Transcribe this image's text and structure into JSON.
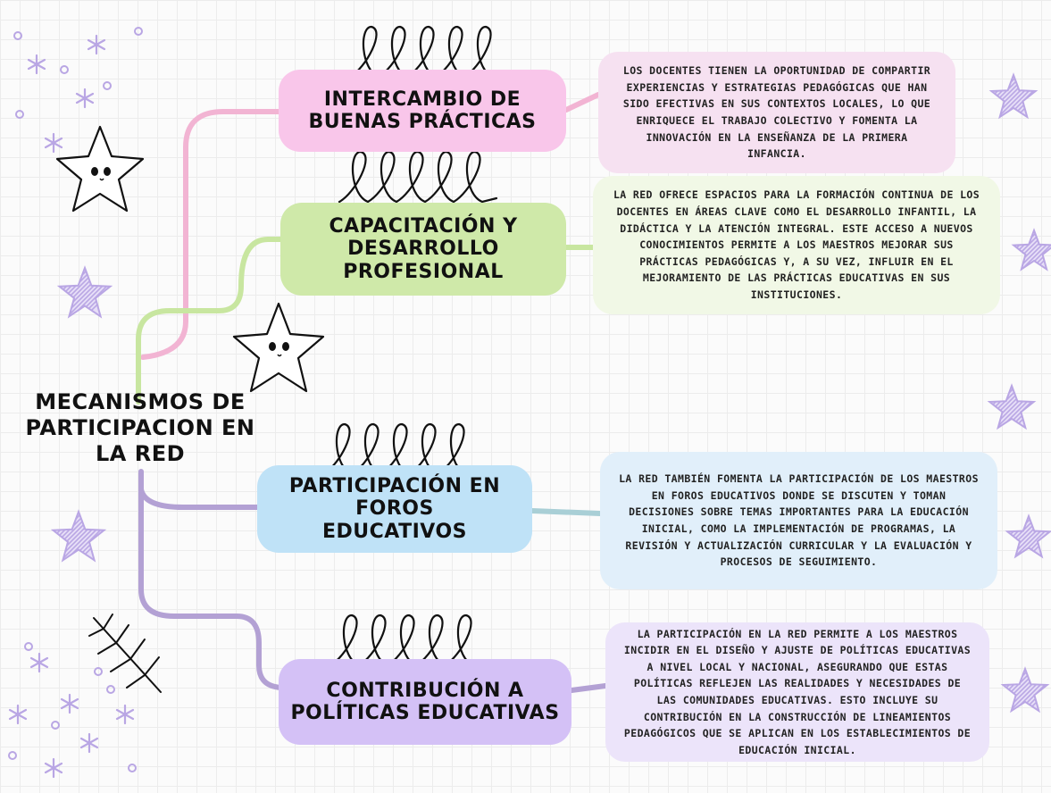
{
  "title": "MECANISMOS DE\nPARTICIPACION EN\nLA RED",
  "colors": {
    "pink": "#f9c6ea",
    "pink_line": "#f2b4d3",
    "green": "#cfe9a9",
    "green_line": "#c8e6a0",
    "blue": "#bfe2f7",
    "blue_line": "#a9cfd6",
    "purple": "#d4c1f6",
    "purple_line": "#b3a1d4",
    "desc_pink": "#f6e1f1",
    "desc_green": "#f1f8e6",
    "desc_blue": "#e1effa",
    "desc_purple": "#ece4fa",
    "decor_purple": "#b9a6e4"
  },
  "branches": [
    {
      "label": "INTERCAMBIO DE\nBUENAS PRÁCTICAS",
      "description": "LOS DOCENTES TIENEN LA OPORTUNIDAD DE COMPARTIR EXPERIENCIAS Y ESTRATEGIAS PEDAGÓGICAS QUE HAN SIDO EFECTIVAS EN SUS CONTEXTOS LOCALES, LO QUE ENRIQUECE EL TRABAJO COLECTIVO Y FOMENTA LA INNOVACIÓN EN LA ENSEÑANZA DE LA PRIMERA INFANCIA."
    },
    {
      "label": "CAPACITACIÓN Y\nDESARROLLO\nPROFESIONAL",
      "description": "LA RED OFRECE ESPACIOS PARA LA FORMACIÓN CONTINUA DE LOS DOCENTES EN ÁREAS CLAVE COMO EL DESARROLLO INFANTIL, LA DIDÁCTICA Y LA ATENCIÓN INTEGRAL. ESTE ACCESO A NUEVOS CONOCIMIENTOS PERMITE A LOS MAESTROS MEJORAR SUS PRÁCTICAS PEDAGÓGICAS Y, A SU VEZ, INFLUIR EN EL MEJORAMIENTO DE LAS PRÁCTICAS EDUCATIVAS EN SUS INSTITUCIONES."
    },
    {
      "label": "PARTICIPACIÓN EN FOROS\nEDUCATIVOS",
      "description": "LA RED TAMBIÉN FOMENTA LA PARTICIPACIÓN DE LOS MAESTROS EN FOROS EDUCATIVOS DONDE SE DISCUTEN Y TOMAN DECISIONES SOBRE TEMAS IMPORTANTES PARA LA EDUCACIÓN INICIAL, COMO LA IMPLEMENTACIÓN DE PROGRAMAS, LA REVISIÓN Y ACTUALIZACIÓN CURRICULAR Y LA EVALUACIÓN Y PROCESOS DE SEGUIMIENTO."
    },
    {
      "label": "CONTRIBUCIÓN A\nPOLÍTICAS EDUCATIVAS",
      "description": "LA PARTICIPACIÓN EN LA RED PERMITE A LOS MAESTROS INCIDIR EN EL DISEÑO Y AJUSTE DE POLÍTICAS EDUCATIVAS A NIVEL LOCAL Y NACIONAL, ASEGURANDO QUE ESTAS POLÍTICAS REFLEJEN LAS REALIDADES Y NECESIDADES DE LAS COMUNIDADES EDUCATIVAS. ESTO INCLUYE SU CONTRIBUCIÓN EN LA CONSTRUCCIÓN DE LINEAMIENTOS PEDAGÓGICOS QUE SE APLICAN EN LOS ESTABLECIMIENTOS DE EDUCACIÓN INICIAL."
    }
  ],
  "decorations": {
    "header_icon": "loop-scribble-icon",
    "cute_star": "cute-star-icon",
    "scribble_star": "scribble-star-icon",
    "sparkle": "sparkle-icon",
    "dot": "dot-icon",
    "leaf": "leaf-sprig-icon"
  }
}
